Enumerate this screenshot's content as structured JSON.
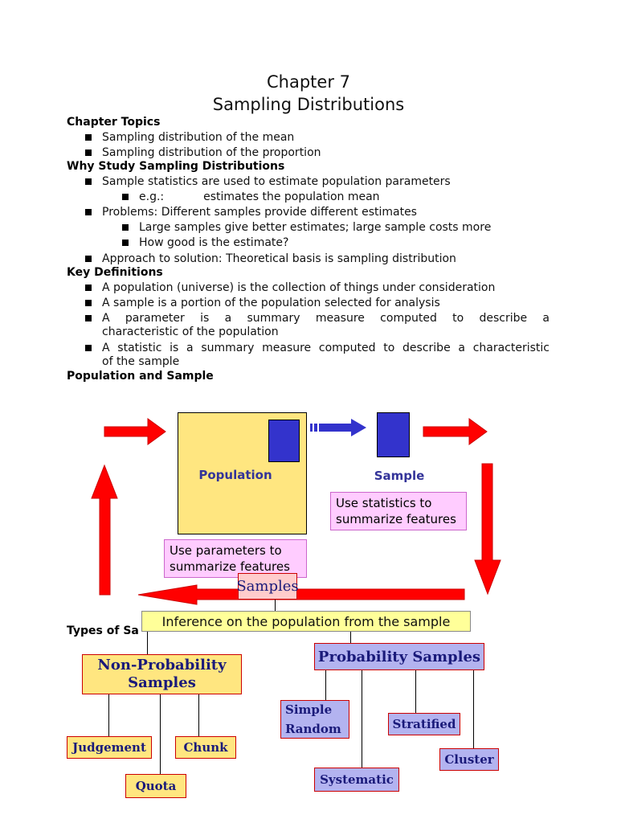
{
  "title": {
    "line1": "Chapter 7",
    "line2": "Sampling Distributions"
  },
  "sections": {
    "chapter_topics": {
      "heading": "Chapter Topics",
      "items": [
        "Sampling distribution of the mean",
        "Sampling distribution of the proportion"
      ]
    },
    "why_study": {
      "heading": "Why Study Sampling Distributions",
      "item1": "Sample statistics are used to estimate population parameters",
      "item1_sub1": "e.g.:",
      "item1_sub1_rest": "estimates the population mean",
      "item2": "Problems: Different samples provide different estimates",
      "item2_sub1": "Large samples give better estimates; large sample costs more",
      "item2_sub2": "How good is the estimate?",
      "item3": "Approach to solution: Theoretical basis is sampling distribution"
    },
    "key_definitions": {
      "heading": "Key Definitions",
      "item1": "A population (universe) is the collection of things under consideration",
      "item2": "A sample is a portion of the population selected for analysis",
      "item3_line1": "A parameter is a summary measure computed to describe a",
      "item3_line2": "characteristic of the population",
      "item4_line1": "A statistic is a summary measure computed to describe a characteristic",
      "item4_line2": "of the sample"
    },
    "population_sample": {
      "heading": "Population and Sample"
    },
    "types_of_sampling": {
      "heading_visible": "Types of Sa"
    }
  },
  "diagram": {
    "population_label": "Population",
    "sample_label": "Sample",
    "statistics_note": "Use statistics to summarize features",
    "parameters_note": "Use parameters to summarize features",
    "inference_label": "Inference on the population from the sample"
  },
  "tree": {
    "root": "Samples",
    "non_probability": "Non-Probability Samples",
    "probability": "Probability Samples",
    "judgement": "Judgement",
    "chunk": "Chunk",
    "quota": "Quota",
    "simple_random": "Simple Random",
    "systematic": "Systematic",
    "stratified": "Stratified",
    "cluster": "Cluster"
  },
  "colors": {
    "arrow_red": "#ff0000",
    "population_fill": "#ffe680",
    "sample_blue": "#3333cc",
    "note_pink": "#ffccff",
    "inference_yellow": "#ffff99",
    "probability_lavender": "#b3b3f0"
  }
}
